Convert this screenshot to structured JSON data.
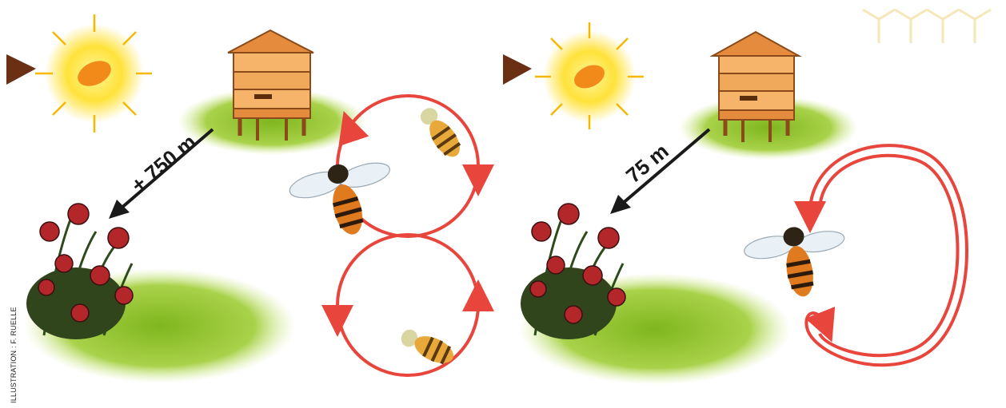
{
  "credit": "ILLUSTRATION : F. RUELLE",
  "scenes": {
    "waggle_dance": {
      "distance_label": "+ 750 m",
      "dance": "figure-eight"
    },
    "round_dance": {
      "distance_label": "75 m",
      "dance": "round"
    }
  },
  "colors": {
    "dance_path": "#e8453c",
    "grass": "#8fbf2e",
    "sun": "#f5c400",
    "hive": "#f0a85a",
    "arrow": "#1a1a1a",
    "play_marker": "#6b2f14"
  },
  "icons": [
    "play-marker-icon",
    "sun-icon",
    "beehive-icon",
    "flowers-icon",
    "bee-icon",
    "direction-arrow-icon"
  ]
}
